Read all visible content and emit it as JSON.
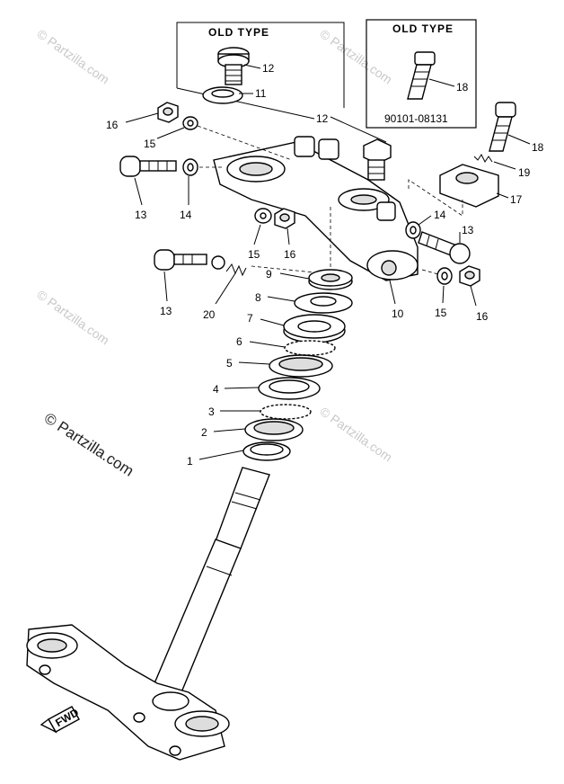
{
  "watermarks": [
    "© Partzilla.com",
    "© Partzilla.com",
    "© Partzilla.com",
    "© Partzilla.com"
  ],
  "main_watermark": "© Partzilla.com",
  "inset_left": {
    "title": "OLD TYPE",
    "labels": [
      "12",
      "11"
    ]
  },
  "inset_right": {
    "title": "OLD TYPE",
    "labels": [
      "18"
    ],
    "part_number": "90101-08131"
  },
  "labels": {
    "l16a": "16",
    "l15a": "15",
    "l12": "12",
    "l18": "18",
    "l19": "19",
    "l17": "17",
    "l13a": "13",
    "l14a": "14",
    "l14b": "14",
    "l13b": "13",
    "l15b": "15",
    "l16b": "16",
    "l9": "9",
    "l13c": "13",
    "l20": "20",
    "l10": "10",
    "l15c": "15",
    "l16c": "16",
    "l8a": "8",
    "l7": "7",
    "l6": "6",
    "l5": "5",
    "l4": "4",
    "l3": "3",
    "l2": "2",
    "l1": "1"
  },
  "fwd_label": "FWD"
}
